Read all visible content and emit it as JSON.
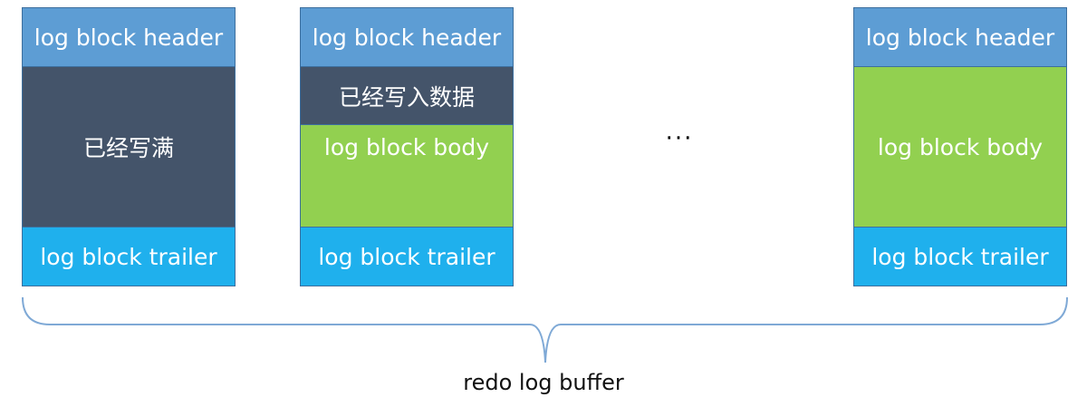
{
  "blocks": [
    {
      "header": "log block header",
      "content": "已经写满",
      "trailer": "log block trailer"
    },
    {
      "header": "log block header",
      "written": "已经写入数据",
      "body": "log block body",
      "trailer": "log block trailer"
    },
    {
      "header": "log block header",
      "body": "log block body",
      "trailer": "log block trailer"
    }
  ],
  "ellipsis": "···",
  "caption": "redo log buffer",
  "colors": {
    "header": "#5d9dd4",
    "filled": "#44546a",
    "body": "#92d050",
    "trailer": "#1fb0ed",
    "border": "#3d6f9e",
    "brace": "#7fa9d6"
  }
}
